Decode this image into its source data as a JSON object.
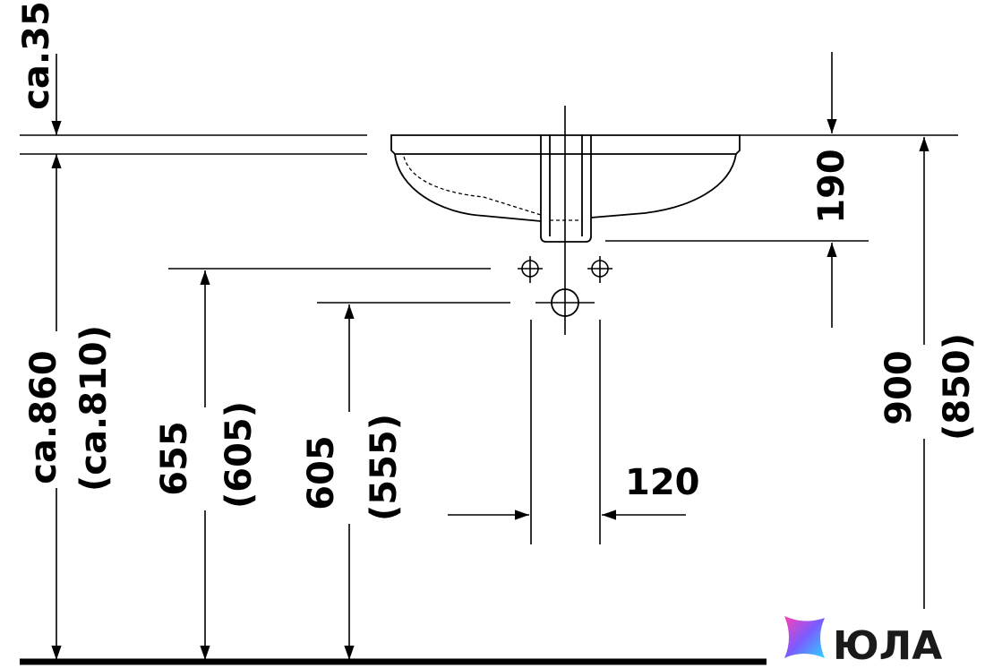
{
  "diagram": {
    "dimensions": {
      "rim_offset": "ca.35",
      "total_height_main": "ca.860",
      "total_height_alt": "(ca.810)",
      "supply_height_main": "655",
      "supply_height_alt": "(605)",
      "drain_height_main": "605",
      "drain_height_alt": "(555)",
      "drain_spacing": "120",
      "basin_depth": "190",
      "overall_height_main": "900",
      "overall_height_alt": "(850)"
    },
    "colors": {
      "line": "#000000",
      "background": "#ffffff"
    }
  },
  "logo": {
    "text": "ЮЛА",
    "gradient": [
      "#ff3fb5",
      "#7b5cff",
      "#2ad4ff"
    ]
  }
}
